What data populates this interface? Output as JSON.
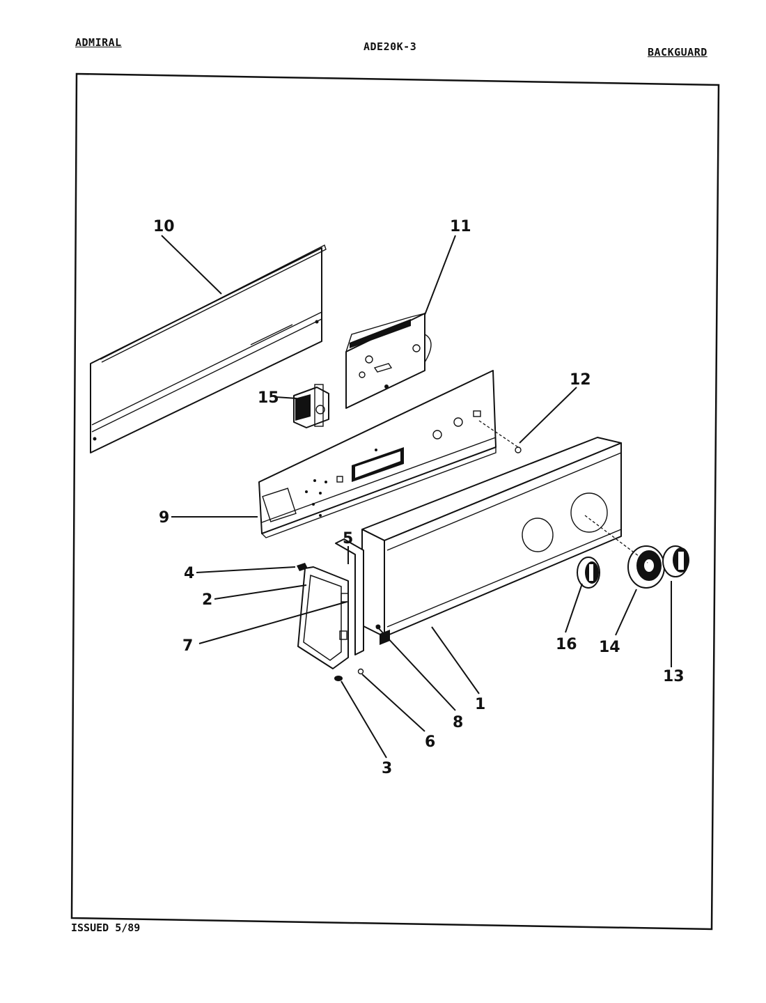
{
  "header": {
    "brand": "ADMIRAL",
    "model": "ADE20K-3",
    "section": "BACKGUARD"
  },
  "footer": {
    "issued": "ISSUED 5/89"
  },
  "callouts": {
    "c1": "1",
    "c2": "2",
    "c3": "3",
    "c4": "4",
    "c5": "5",
    "c6": "6",
    "c7": "7",
    "c8": "8",
    "c9": "9",
    "c10": "10",
    "c11": "11",
    "c12": "12",
    "c13": "13",
    "c14": "14",
    "c15": "15",
    "c16": "16"
  }
}
